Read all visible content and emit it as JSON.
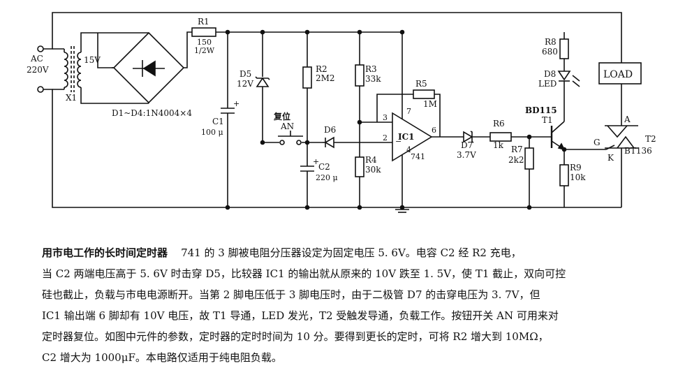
{
  "labels": {
    "ac": "AC",
    "v220": "220V",
    "v15": "15V",
    "x1": "X1",
    "d1d4": "D1~D4:1N4004×4",
    "r1": "R1",
    "r1_val": "150",
    "r1_pow": "1/2W",
    "c1": "C1",
    "c1_val": "100 μ",
    "d5": "D5",
    "d5_val": "12V",
    "r2": "R2",
    "r2_val": "2M2",
    "reset": "复位",
    "an": "AN",
    "d6": "D6",
    "c2": "C2",
    "c2_val": "220 μ",
    "r3": "R3",
    "r3_val": "33k",
    "r4": "R4",
    "r4_val": "30k",
    "r5": "R5",
    "r5_val": "1M",
    "pin7": "7",
    "pin3": "3",
    "pin2": "2",
    "pin6": "6",
    "pin4": "4",
    "ic1": "IC1",
    "ic_type": "741",
    "d7": "D7",
    "d7_val": "3.7V",
    "r6": "R6",
    "r6_val": "1k",
    "r7": "R7",
    "r7_val": "2k2",
    "t1_type": "BD115",
    "t1": "T1",
    "r8": "R8",
    "r8_val": "680",
    "d8": "D8",
    "led": "LED",
    "load": "LOAD",
    "a": "A",
    "g": "G",
    "k": "K",
    "t2": "T2",
    "t2_type": "BT136",
    "r9": "R9",
    "r9_val": "10k"
  },
  "caption": {
    "title": "用市电工作的长时间定时器",
    "line1": "741 的 3 脚被电阻分压器设定为固定电压 5. 6V。电容 C2 经 R2 充电，",
    "line2": "当 C2 两端电压高于 5. 6V 时击穿 D5，比较器 IC1 的输出就从原来的 10V 跌至 1. 5V，使 T1 截止，双向可控",
    "line3": "硅也截止，负载与市电电源断开。当第 2 脚电压低于 3 脚电压时，由于二极管 D7 的击穿电压为 3. 7V，但",
    "line4": "IC1 输出端 6 脚却有 10V 电压，故 T1 导通，LED 发光，T2 受触发导通，负载工作。按钮开关 AN 可用来对",
    "line5": "定时器复位。如图中元件的参数，定时器的定时时间为 10 分。要得到更长的定时，可将 R2 增大到 10MΩ，",
    "line6": "C2 增大为 1000μF。本电路仅适用于纯电阻负载。"
  }
}
